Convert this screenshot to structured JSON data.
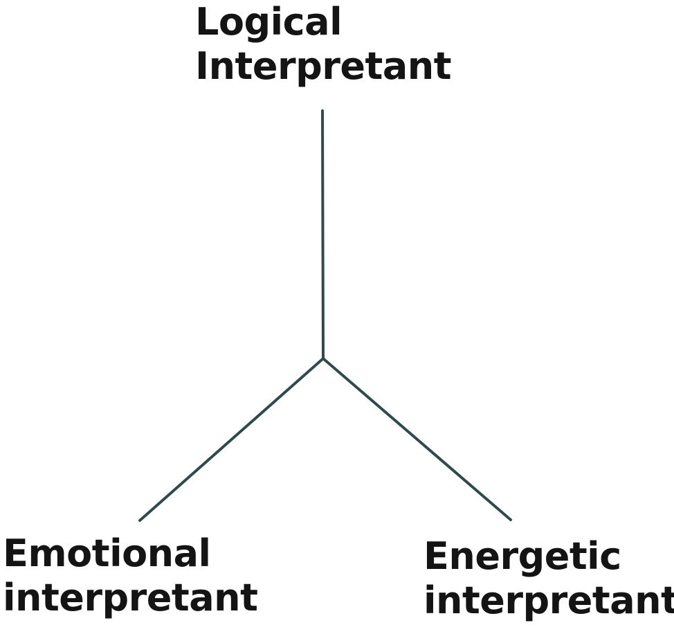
{
  "labels": {
    "logical": {
      "line1": "Logical",
      "line2": "Interpretant"
    },
    "emotional": {
      "line1": "Emotional",
      "line2": "interpretant"
    },
    "energetic": {
      "line1": "Energetic",
      "line2": "interpretant"
    }
  },
  "colors": {
    "line": "#2f4a4a",
    "text": "#141414",
    "background": "#ffffff"
  }
}
